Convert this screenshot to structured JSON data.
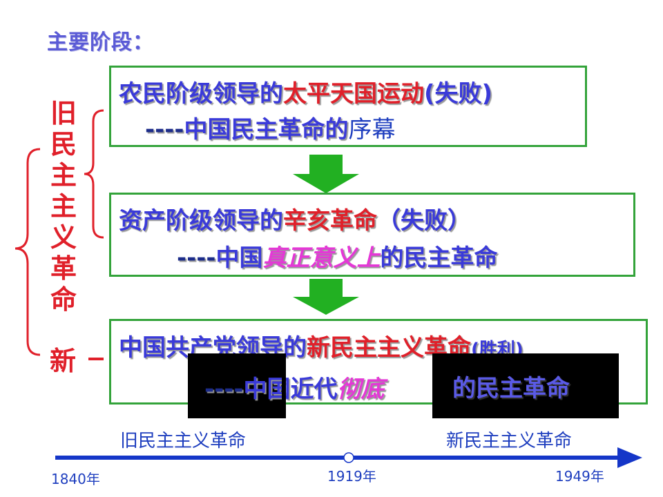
{
  "title": "主要阶段：",
  "side": {
    "old_label": "旧民主主义革命",
    "new_label": "新"
  },
  "stages": [
    {
      "line1_blue": "农民阶级领导的",
      "line1_red": "太平天国运动",
      "line1_tail": "(失败)",
      "line2_dash": "----",
      "line2_main": "中国民主革命的",
      "line2_plain": "序幕"
    },
    {
      "line1_blue": "资产阶级领导的",
      "line1_red": "辛亥革命",
      "line1_tail": "（失败）",
      "line2_dash": "----",
      "line2_main": "中国",
      "line2_magenta": "真正意义上",
      "line2_after": "的民主革命"
    },
    {
      "line1_blue": "中国共产党领导的",
      "line1_red": "新民主主义革命",
      "line1_tail": "(胜利)",
      "line2_dash": "----",
      "line2_main": "中国近代",
      "line2_magenta": "彻底",
      "line2_after": "的民主革命"
    }
  ],
  "timeline": {
    "left_label": "旧民主主义革命",
    "right_label": "新民主主义革命",
    "years": [
      "1840年",
      "1919年",
      "1949年"
    ]
  },
  "colors": {
    "box_border": "#33a33a",
    "arrow_green": "#22b022",
    "accent_red": "#e0202a",
    "accent_blue": "#3a3ad9",
    "timeline_blue": "#1536c8",
    "highlight_magenta": "#e438d6"
  }
}
